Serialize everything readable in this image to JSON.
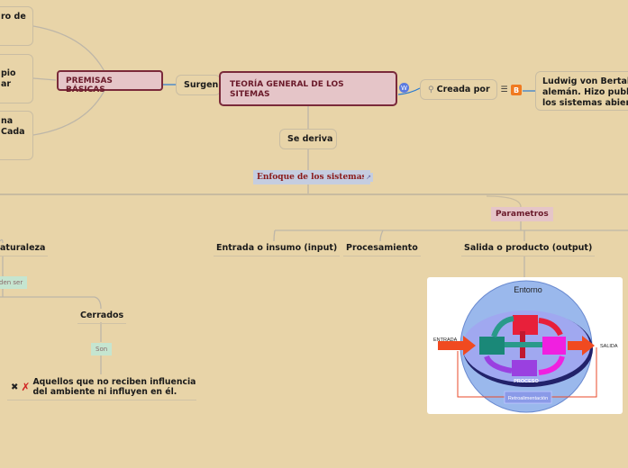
{
  "central": {
    "title": "TEORÍA GENERAL DE LOS SITEMAS"
  },
  "premisas": {
    "label": "PREMISAS BÁSICAS",
    "connector": "Surgen",
    "children": [
      {
        "text": "ro de"
      },
      {
        "text": "pio\nar"
      },
      {
        "text": "na\nCada"
      }
    ]
  },
  "creada": {
    "label": "Creada por",
    "description": "Ludwig von Bertalanffy, biólogo alemán. Hizo publicaciones sobre los sistemas abiertos",
    "desc_lines": [
      "Ludwig von Bertala",
      "alemán. Hizo public",
      "los sistemas abiert"
    ]
  },
  "deriva": {
    "label": "Se deriva",
    "enfoque": "Enfoque de los sistemas"
  },
  "parametros": {
    "label": "Parametros",
    "items": [
      {
        "label": "Entrada o insumo (input)"
      },
      {
        "label": "Procesamiento"
      },
      {
        "label": "Salida o producto (output)"
      }
    ]
  },
  "naturaleza": {
    "label": "aturaleza",
    "tag": "den ser",
    "cerrados": {
      "label": "Cerrados",
      "tag": "Son",
      "description": "Aquellos que no reciben influencia del ambiente ni influyen en él.",
      "desc_lines": [
        "Aquellos que no reciben influencia",
        "del ambiente ni influyen en él."
      ]
    }
  },
  "diagram": {
    "entorno": "Entorno",
    "entrada": "ENTRADA",
    "salida": "SALIDA",
    "proceso": "PROCESO",
    "retro": "Retroalimentación"
  }
}
